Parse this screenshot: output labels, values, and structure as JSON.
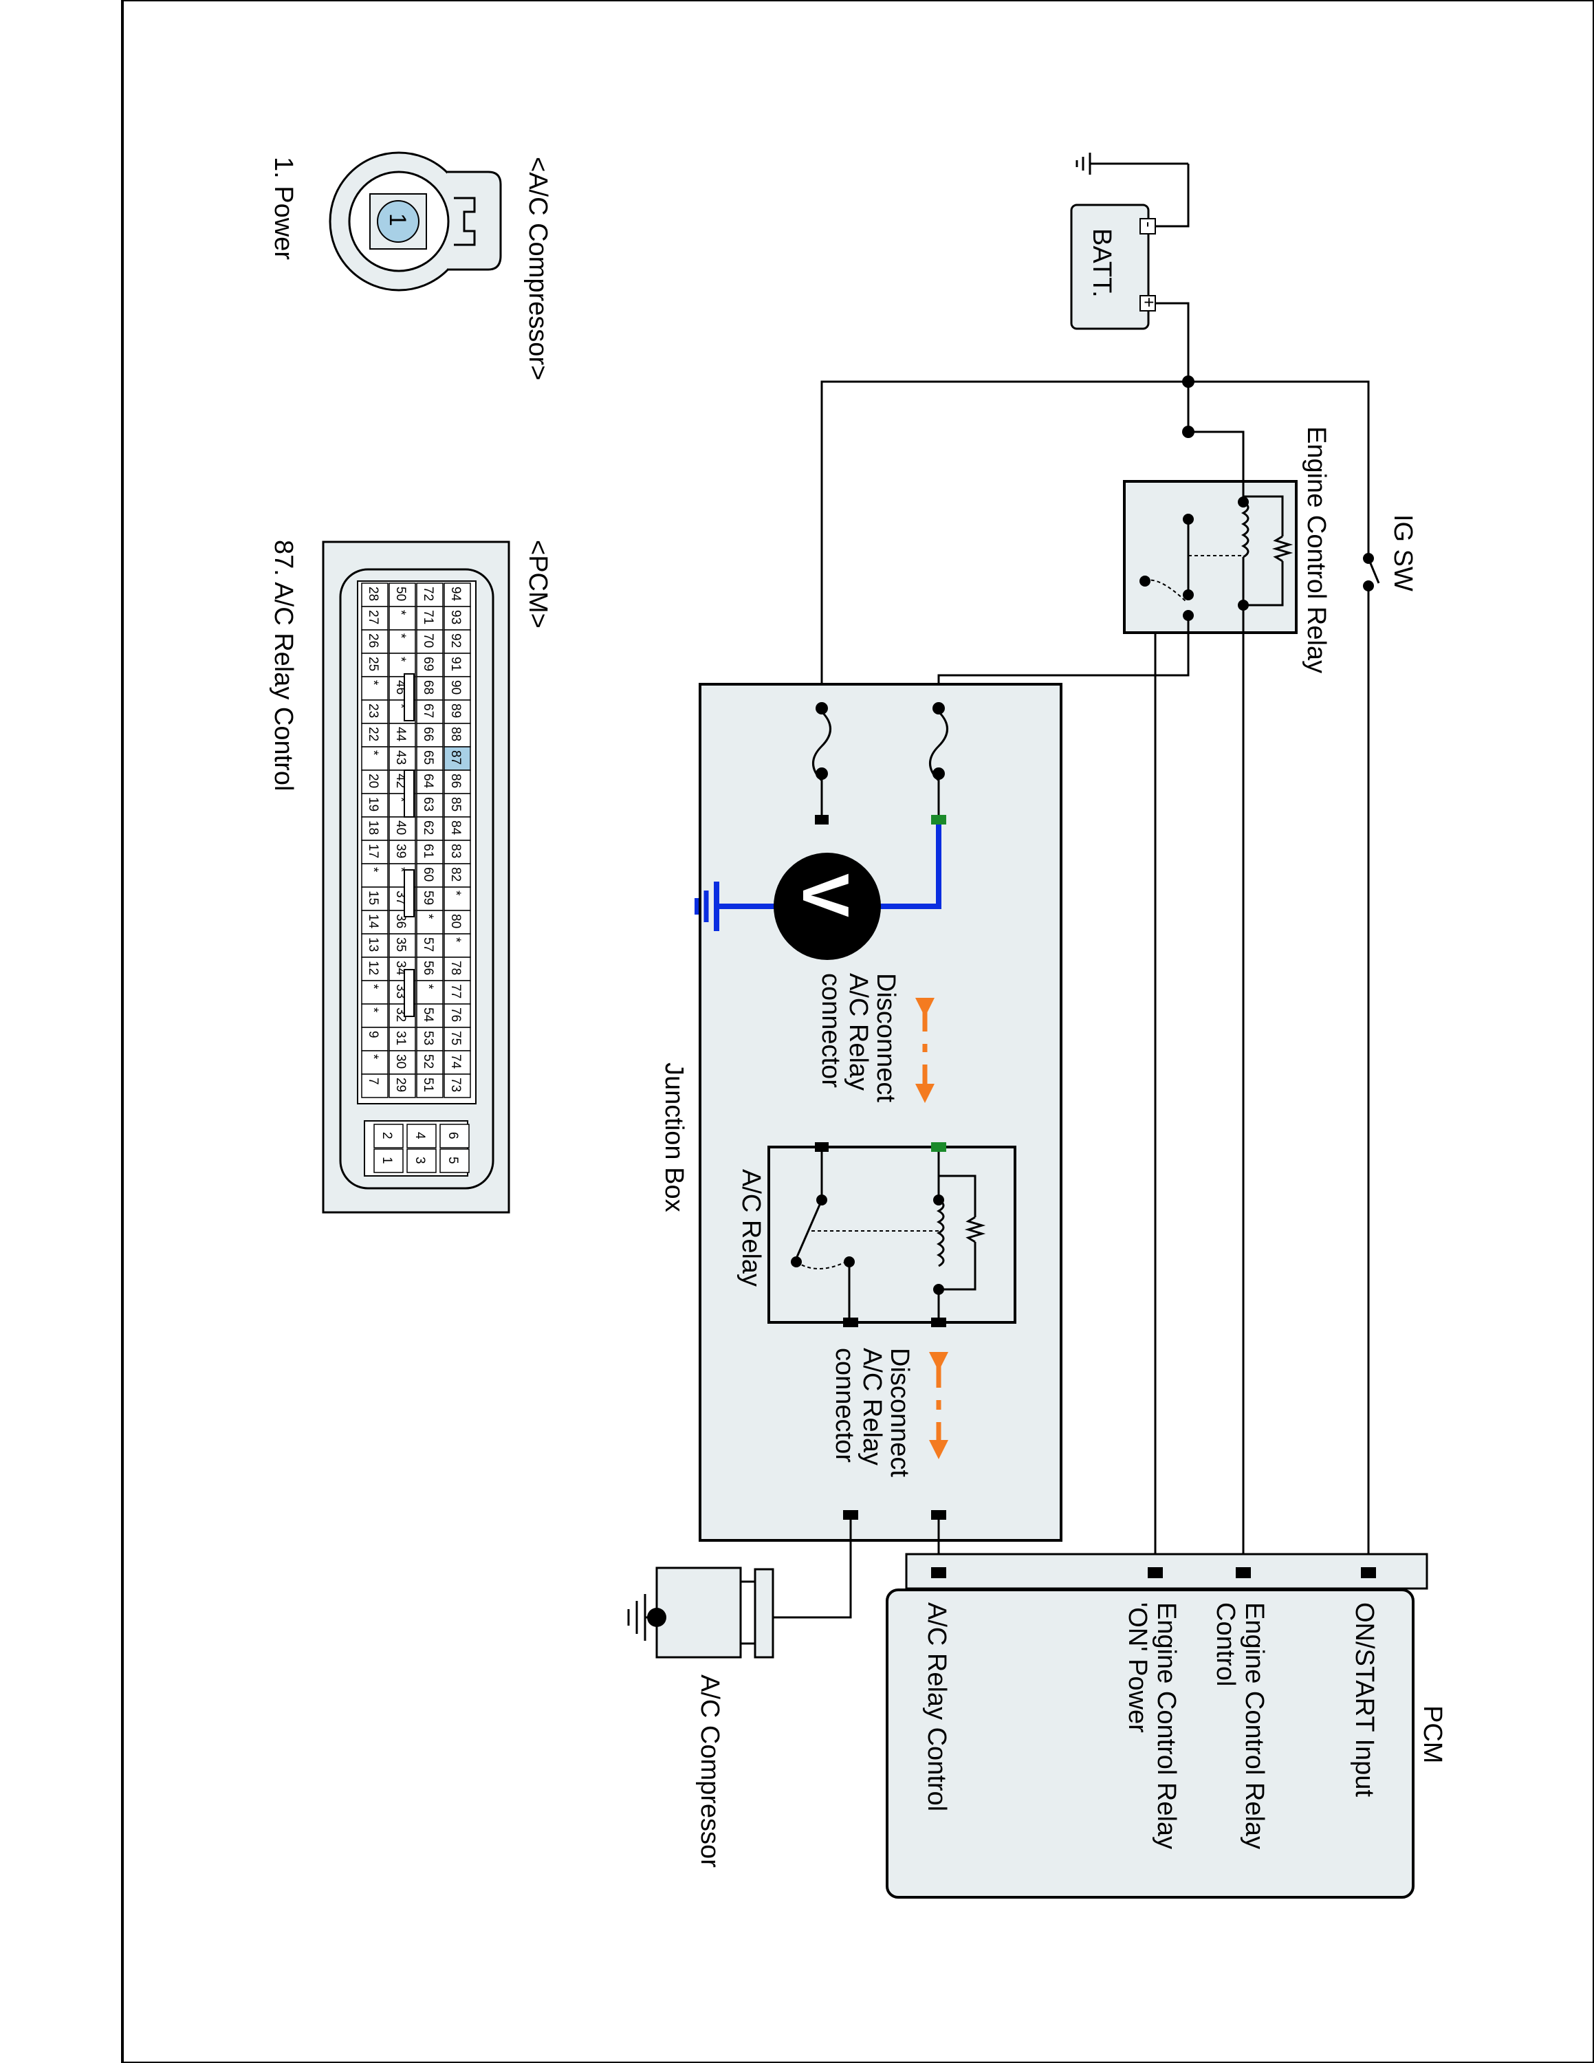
{
  "labels": {
    "ig_sw": "IG SW",
    "engine_control_relay": "Engine Control Relay",
    "batt": "BATT.",
    "batt_plus": "+",
    "batt_minus": "-",
    "junction_box": "Junction Box",
    "ac_relay": "A/C Relay",
    "voltmeter": "V",
    "disconnect_1": [
      "Disconnect",
      "A/C Relay",
      "connector"
    ],
    "disconnect_2": [
      "Disconnect",
      "A/C Relay",
      "connector"
    ],
    "ac_compressor": "A/C Compressor",
    "pcm_title": "PCM",
    "pcm_pins": [
      "ON/START Input",
      "Engine Control Relay",
      "Control",
      "Engine Control Relay",
      "'ON' Power",
      "A/C Relay Control"
    ]
  },
  "connectors": {
    "ac_compressor_title": "<A/C Compressor>",
    "ac_compressor_pin_number": "1",
    "ac_compressor_pin": "1. Power",
    "pcm_title": "<PCM>",
    "pcm_pin": "87. A/C Relay Control",
    "pcm_highlight": "87",
    "pcm_rows": [
      [
        "94",
        "93",
        "92",
        "91",
        "90",
        "89",
        "88",
        "87",
        "86",
        "85",
        "84",
        "83",
        "82",
        "*",
        "80",
        "*",
        "78",
        "77",
        "76",
        "75",
        "74",
        "73"
      ],
      [
        "72",
        "71",
        "70",
        "69",
        "68",
        "67",
        "66",
        "65",
        "64",
        "63",
        "62",
        "61",
        "60",
        "59",
        "*",
        "57",
        "56",
        "*",
        "54",
        "53",
        "52",
        "51"
      ],
      [
        "50",
        "*",
        "*",
        "*",
        "46",
        "*",
        "44",
        "43",
        "42",
        "*",
        "40",
        "39",
        "*",
        "37",
        "36",
        "35",
        "34",
        "33",
        "32",
        "31",
        "30",
        "29"
      ],
      [
        "28",
        "27",
        "26",
        "25",
        "*",
        "23",
        "22",
        "*",
        "20",
        "19",
        "18",
        "17",
        "*",
        "15",
        "14",
        "13",
        "12",
        "*",
        "*",
        "9",
        "*",
        "7"
      ]
    ],
    "pcm_small": [
      [
        "6",
        "5"
      ],
      [
        "4",
        "3"
      ],
      [
        "2",
        "1"
      ]
    ]
  },
  "colors": {
    "measurement_wire": "#0a2ee0",
    "junction_box_fill": "#e8eef0",
    "arrow": "#f47b20",
    "test_terminal": "#1a8a2a",
    "pcm_highlight": "#a8d0e6"
  }
}
